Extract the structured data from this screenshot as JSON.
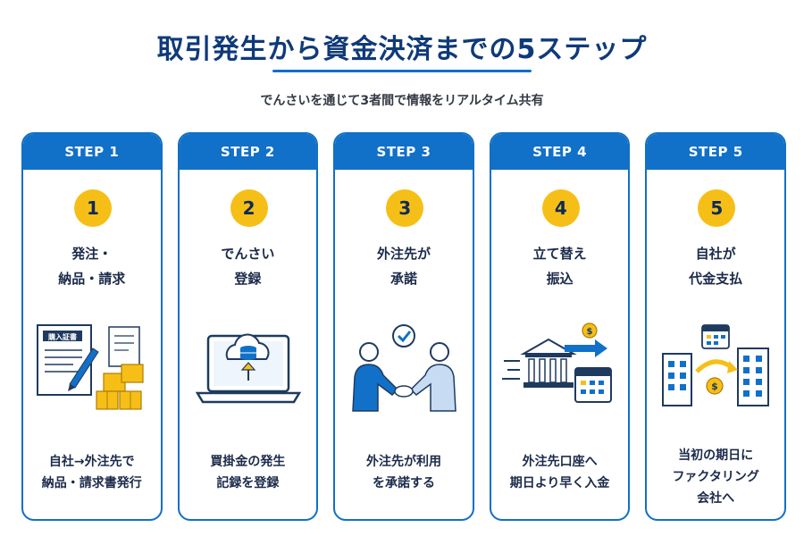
{
  "title": "取引発生から資金決済までの5ステップ",
  "subtitle": "でんさいを通じて3者間で情報をリアルタイム共有",
  "colors": {
    "primary": "#1170c7",
    "accent": "#f6bf18",
    "title": "#0f3a7a"
  },
  "steps": [
    {
      "header": "STEP 1",
      "number": "1",
      "label_lines": [
        "発注・",
        "納品・請求"
      ],
      "icon": "purchase-order-boxes-icon",
      "doc_label": "購入証書",
      "desc_lines": [
        "自社→外注先で",
        "納品・請求書発行"
      ]
    },
    {
      "header": "STEP 2",
      "number": "2",
      "label_lines": [
        "でんさい",
        "登録"
      ],
      "icon": "laptop-cloud-database-icon",
      "desc_lines": [
        "買掛金の発生",
        "記録を登録"
      ]
    },
    {
      "header": "STEP 3",
      "number": "3",
      "label_lines": [
        "外注先が",
        "承諾"
      ],
      "icon": "handshake-check-icon",
      "desc_lines": [
        "外注先が利用",
        "を承諾する"
      ]
    },
    {
      "header": "STEP 4",
      "number": "4",
      "label_lines": [
        "立て替え",
        "振込"
      ],
      "icon": "bank-transfer-calendar-icon",
      "desc_lines": [
        "外注先口座へ",
        "期日より早く入金"
      ]
    },
    {
      "header": "STEP 5",
      "number": "5",
      "label_lines": [
        "自社が",
        "代金支払"
      ],
      "icon": "buildings-payment-icon",
      "desc_lines": [
        "当初の期日に",
        "ファクタリング",
        "会社へ"
      ]
    }
  ]
}
